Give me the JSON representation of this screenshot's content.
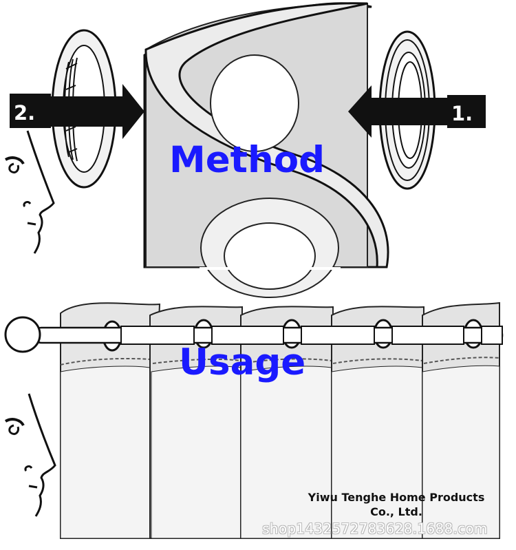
{
  "method_section": {
    "label": "Method",
    "step_two": "2.",
    "step_one": "1."
  },
  "usage_section": {
    "label": "Usage"
  },
  "company_name_line1": "Yiwu Tenghe Home Products",
  "company_name_line2": "Co., Ltd.",
  "watermark": "shop1432572783628.1688.com",
  "colors": {
    "label_blue": "#1a1aff",
    "curtain_gray": "#d9d9d9",
    "outline": "#111111"
  }
}
